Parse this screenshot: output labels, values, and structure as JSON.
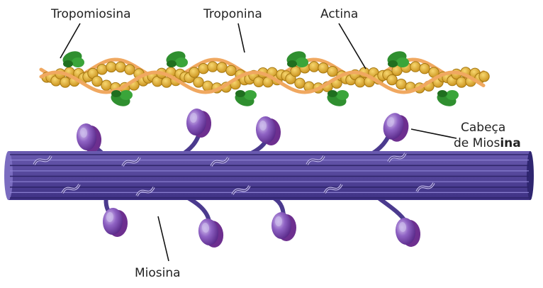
{
  "labels": {
    "tropomiosina": "Tropomiosina",
    "troponina": "Troponina",
    "actina": "Actina",
    "cabeca_line1": "Cabeça",
    "cabeca_line2_a": "de Mios",
    "cabeca_line2_b": "ina",
    "miosina": "Miosina"
  },
  "colors": {
    "actin_bead": "#e0b032",
    "actin_bead_edge": "#a67812",
    "tropomyosin": "#f0a860",
    "troponin": "#2f8f2f",
    "myosin_filament": "#5a4a9e",
    "myosin_filament_dark": "#3a2d78",
    "myosin_head_purple": "#8a3fa8",
    "myosin_head_light": "#c9b8ea"
  }
}
